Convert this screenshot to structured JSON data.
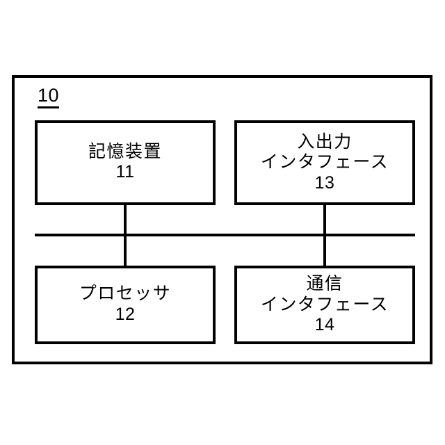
{
  "figure": {
    "type": "block-diagram",
    "language": "ja",
    "system": {
      "reference_numeral": "10"
    },
    "components": [
      {
        "id": "storage-device",
        "label": "記憶装置",
        "label_lines": [
          "記憶装置"
        ],
        "reference_numeral": "11",
        "position": "top-left"
      },
      {
        "id": "io-interface",
        "label": "入出力インタフェース",
        "label_lines": [
          "入出力",
          "インタフェース"
        ],
        "reference_numeral": "13",
        "position": "top-right"
      },
      {
        "id": "processor",
        "label": "プロセッサ",
        "label_lines": [
          "プロセッサ"
        ],
        "reference_numeral": "12",
        "position": "bottom-left"
      },
      {
        "id": "communication-interface",
        "label": "通信インタフェース",
        "label_lines": [
          "通信",
          "インタフェース"
        ],
        "reference_numeral": "14",
        "position": "bottom-right"
      }
    ],
    "connections": {
      "bus_label": "",
      "connected_components": [
        "storage-device",
        "processor",
        "io-interface",
        "communication-interface"
      ]
    },
    "colors": {
      "background": "#ffffff",
      "stroke": "#000000",
      "text": "#000000"
    }
  }
}
